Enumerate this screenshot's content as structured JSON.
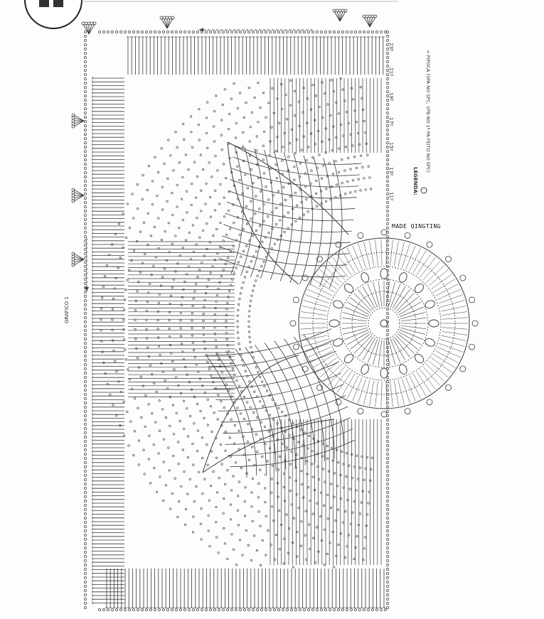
{
  "diagram": {
    "graph_label": "GRÁFICO 1",
    "legend_title": "LEGENDA:",
    "legend_item": "= PIPOCA (5PA NO SPC, 1PB NO 1º PA FEITO NO SPC)",
    "watermark": "MADE QINGTING",
    "row_numbers": [
      "23º",
      "21º",
      "19º",
      "17º",
      "15º",
      "13º",
      "11º"
    ]
  }
}
